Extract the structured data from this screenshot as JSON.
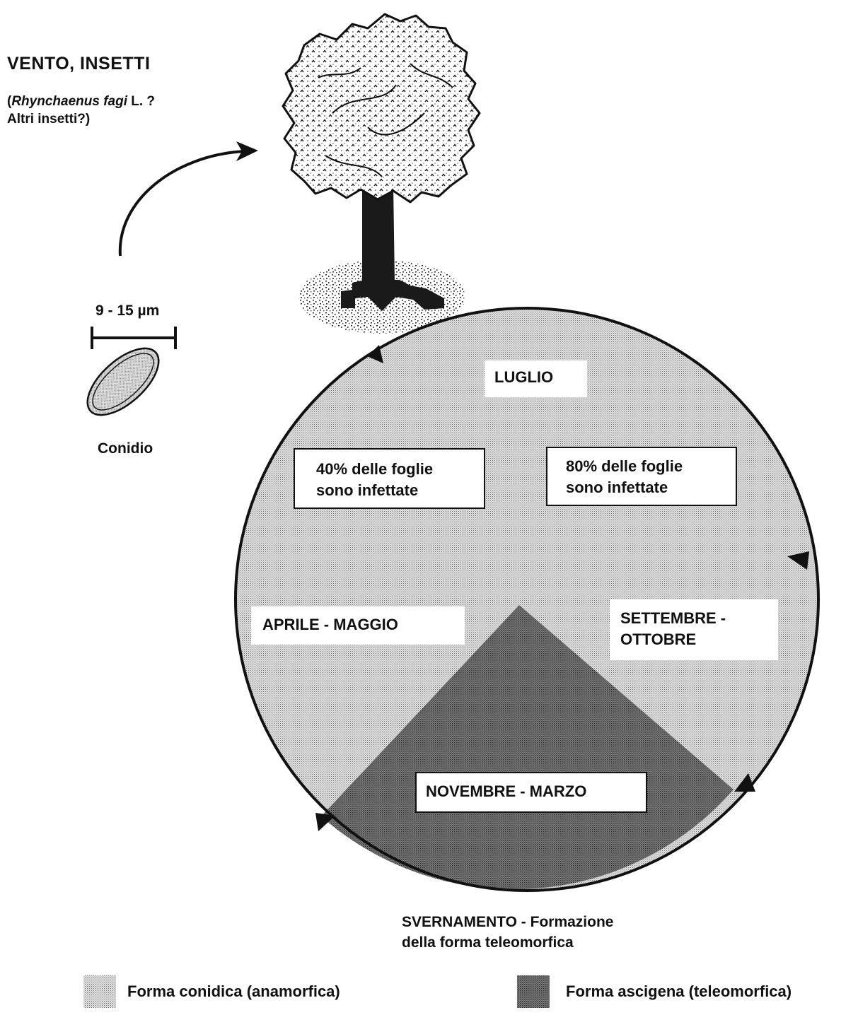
{
  "title": "VENTO,  INSETTI",
  "vectors": {
    "open": "(",
    "species_italic": "Rhynchaenus  fagi",
    "species_rest": " L. ?",
    "line2": "Altri  insetti?)"
  },
  "conidium": {
    "scale_label": "9 - 15 µm",
    "label": "Conidio"
  },
  "cycle": {
    "luglio": "LUGLIO",
    "box_left_line1": "40% delle foglie",
    "box_left_line2": "sono  infettate",
    "box_right_line1": "80% delle foglie",
    "box_right_line2": "sono  infettate",
    "aprile_maggio": "APRILE  -  MAGGIO",
    "settembre_line1": "SETTEMBRE  -",
    "settembre_line2": "OTTOBRE",
    "novembre_marzo": "NOVEMBRE  -  MARZO"
  },
  "svernamento": {
    "line1": "SVERNAMENTO  -  Formazione",
    "line2": "della  forma  teleomorfica"
  },
  "legend": [
    {
      "label": "Forma  conidica  (anamorfica)",
      "color": "#c6c6c6"
    },
    {
      "label": "Forma  ascigena  (teleomorfica)",
      "color": "#6e6e6e"
    }
  ]
}
